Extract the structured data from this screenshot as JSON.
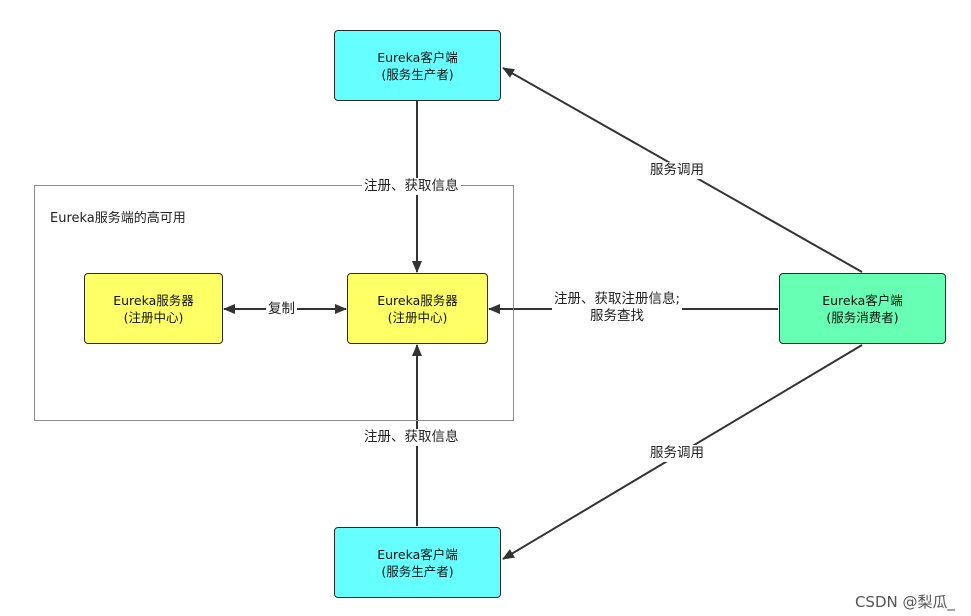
{
  "group": {
    "title": "Eureka服务端的高可用"
  },
  "nodes": {
    "producer_top": {
      "line1": "Eureka客户端",
      "line2": "(服务生产者)"
    },
    "server_left": {
      "line1": "Eureka服务器",
      "line2": "(注册中心)"
    },
    "server_center": {
      "line1": "Eureka服务器",
      "line2": "(注册中心)"
    },
    "consumer": {
      "line1": "Eureka客户端",
      "line2": "(服务消费者)"
    },
    "producer_bottom": {
      "line1": "Eureka客户端",
      "line2": "(服务生产者)"
    }
  },
  "edges": {
    "top_register": "注册、获取信息",
    "replicate": "复制",
    "consumer_register_line1": "注册、获取注册信息;",
    "consumer_register_line2": "服务查找",
    "bottom_register": "注册、获取信息",
    "call_top": "服务调用",
    "call_bottom": "服务调用"
  },
  "watermark": "CSDN @梨瓜_"
}
